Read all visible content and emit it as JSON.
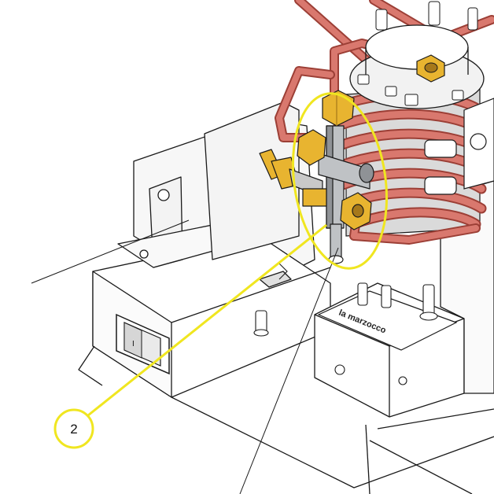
{
  "figure": {
    "brand_label": "la marzocco",
    "callout": {
      "number": "2"
    },
    "switch_symbol": "I"
  },
  "colors": {
    "highlight": "#f0e620",
    "copper_pipe": "#d9786e",
    "copper_pipe_dark": "#9c3f36",
    "brass": "#e8b430",
    "brass_dark": "#a6781a",
    "steel": "#8f9296",
    "outline": "#1a1a1a"
  }
}
